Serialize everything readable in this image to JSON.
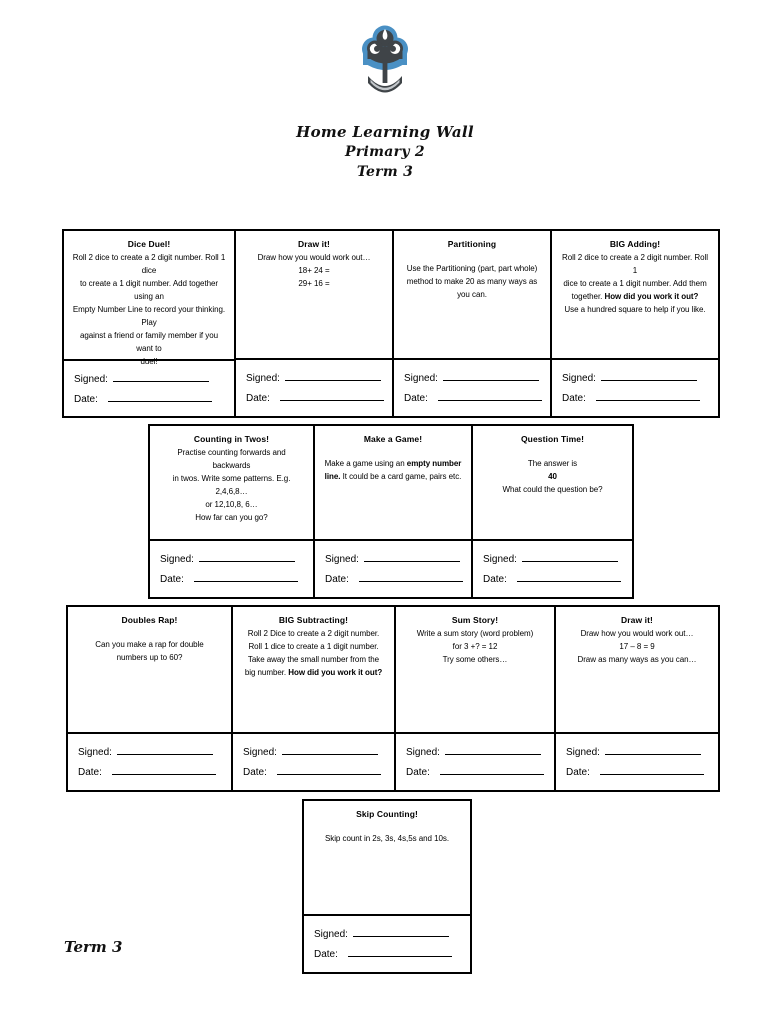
{
  "header": {
    "logo_name": "school-crest-logo",
    "logo_colors": {
      "ring": "#4a90c4",
      "tree": "#3f4448",
      "trunk": "#3f4448"
    },
    "title_line_1": "Home Learning Wall",
    "title_line_2": "Primary 2",
    "title_line_3": "Term 3"
  },
  "signature": {
    "signed_label": "Signed:",
    "date_label": "Date:"
  },
  "footer": {
    "term_label": "Term 3"
  },
  "rows": [
    {
      "id": "row-1",
      "cells": [
        {
          "title": "Dice Duel!",
          "lines": [
            {
              "text": "Roll 2 dice to create a 2 digit number.  Roll 1 dice",
              "bold": false
            },
            {
              "text": "to create a 1 digit number. Add together using an",
              "bold": false
            },
            {
              "text": "Empty Number Line to record your thinking.  Play",
              "bold": false
            },
            {
              "text": "against a friend or family member if you want to",
              "bold": false
            },
            {
              "text": "duel!",
              "bold": false
            }
          ]
        },
        {
          "title": "Draw it!",
          "lines": [
            {
              "text": "Draw how you would work out…",
              "bold": false
            },
            {
              "text": "18+ 24 =",
              "bold": false
            },
            {
              "text": "29+ 16 =",
              "bold": false
            }
          ]
        },
        {
          "title": "Partitioning",
          "lines": [
            {
              "text": "",
              "bold": false,
              "spacer": true
            },
            {
              "text": "Use the Partitioning (part, part whole)",
              "bold": false
            },
            {
              "text": "method to make 20 as many ways as",
              "bold": false
            },
            {
              "text": "you can.",
              "bold": false
            }
          ]
        },
        {
          "title": "BIG Adding!",
          "lines": [
            {
              "text": "Roll 2 dice to create a 2 digit number. Roll 1",
              "bold": false
            },
            {
              "text": "dice to create a 1 digit number.  Add them",
              "bold": false
            },
            {
              "text": "together. ",
              "bold": false,
              "bold_tail": "How did you work it out?"
            },
            {
              "text": "Use a hundred square to help if you like.",
              "bold": false
            }
          ]
        }
      ]
    },
    {
      "id": "row-2",
      "cells": [
        {
          "title": "Counting in Twos!",
          "lines": [
            {
              "text": "Practise counting forwards and backwards",
              "bold": false
            },
            {
              "text": "in twos.  Write some patterns. E.g. 2,4,6,8…",
              "bold": false
            },
            {
              "text": "or 12,10,8, 6…",
              "bold": false
            },
            {
              "text": "How far can you go?",
              "bold": false
            }
          ]
        },
        {
          "title": "Make a Game!",
          "lines": [
            {
              "text": "",
              "bold": false,
              "spacer": true
            },
            {
              "text": "Make a game using an ",
              "bold": false,
              "bold_tail": "empty number"
            },
            {
              "text": "",
              "bold": true,
              "bold_head": "line.",
              "tail": "  It could be a card game, pairs etc."
            }
          ]
        },
        {
          "title": "Question Time!",
          "lines": [
            {
              "text": "",
              "bold": false,
              "spacer": true
            },
            {
              "text": "The answer is",
              "bold": false
            },
            {
              "text": "40",
              "bold": true
            },
            {
              "text": "What could the question be?",
              "bold": false
            }
          ]
        }
      ]
    },
    {
      "id": "row-3",
      "cells": [
        {
          "title": "Doubles Rap!",
          "lines": [
            {
              "text": "",
              "bold": false,
              "spacer": true
            },
            {
              "text": "Can you make a rap for double",
              "bold": false
            },
            {
              "text": "numbers up to 60?",
              "bold": false
            }
          ]
        },
        {
          "title": "BIG Subtracting!",
          "lines": [
            {
              "text": "Roll 2 Dice to create a 2 digit number.",
              "bold": false
            },
            {
              "text": "Roll 1 dice to create a 1 digit number.",
              "bold": false
            },
            {
              "text": "Take away the small number from the",
              "bold": false
            },
            {
              "text": "big number. ",
              "bold": false,
              "bold_tail": "How did you work it out?"
            }
          ]
        },
        {
          "title": "Sum Story!",
          "lines": [
            {
              "text": "Write a sum story (word problem)",
              "bold": false
            },
            {
              "text": "for 3 +? = 12",
              "bold": false
            },
            {
              "text": "Try some others…",
              "bold": false
            }
          ]
        },
        {
          "title": "Draw it!",
          "lines": [
            {
              "text": "Draw how you would work out…",
              "bold": false
            },
            {
              "text": "17 – 8 = 9",
              "bold": false
            },
            {
              "text": "Draw as many ways as you can…",
              "bold": false
            }
          ]
        }
      ]
    },
    {
      "id": "row-4",
      "cells": [
        {
          "title": "Skip Counting!",
          "lines": [
            {
              "text": "",
              "bold": false,
              "spacer": true
            },
            {
              "text": "Skip count in 2s, 3s, 4s,5s and 10s.",
              "bold": false
            }
          ]
        }
      ]
    }
  ]
}
